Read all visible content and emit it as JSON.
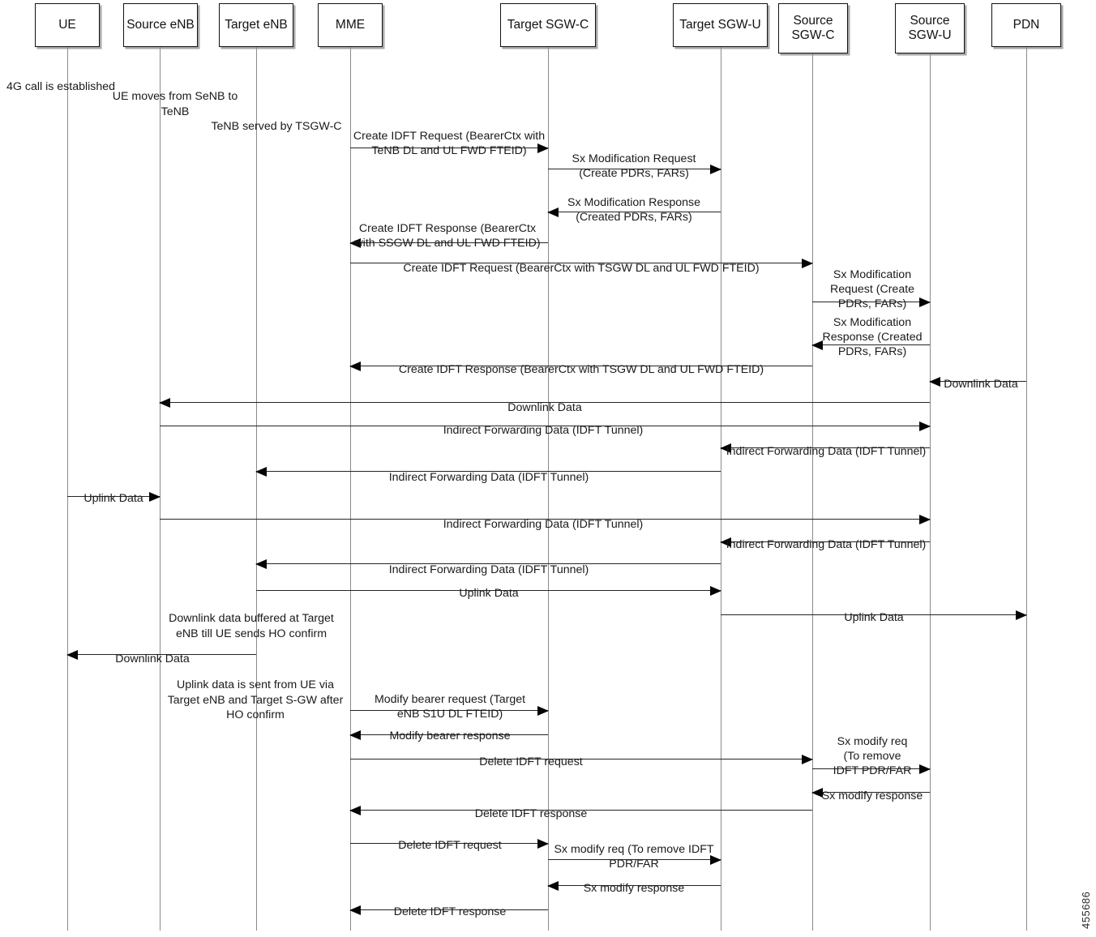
{
  "diagram": {
    "title": "4G Handover with Indirect Data Forwarding Tunnel (IDFT) sequence",
    "watermark": "455686",
    "actors": [
      {
        "id": "ue",
        "label": "UE"
      },
      {
        "id": "senb",
        "label": "Source eNB"
      },
      {
        "id": "tenb",
        "label": "Target eNB"
      },
      {
        "id": "mme",
        "label": "MME"
      },
      {
        "id": "tsgwc",
        "label": "Target SGW-C"
      },
      {
        "id": "tsgwu",
        "label": "Target SGW-U"
      },
      {
        "id": "ssgwc",
        "label": "Source\nSGW-C"
      },
      {
        "id": "ssgwu",
        "label": "Source\nSGW-U"
      },
      {
        "id": "pdn",
        "label": "PDN"
      }
    ],
    "notes": [
      {
        "id": "note-4g-call",
        "text": "4G call is established"
      },
      {
        "id": "note-ue-moves",
        "text": "UE moves from SeNB to\nTeNB"
      },
      {
        "id": "note-tenb-served",
        "text": "TeNB served by TSGW-C"
      },
      {
        "id": "note-dl-buffered",
        "text": "Downlink data buffered at Target\neNB till UE sends HO confirm"
      },
      {
        "id": "note-ul-sent",
        "text": "Uplink data is sent from UE via\nTarget eNB and Target S-GW after\nHO confirm"
      }
    ],
    "messages": [
      {
        "id": "m01",
        "from": "mme",
        "to": "tsgwc",
        "dir": "right",
        "label": "Create IDFT Request (BearerCtx with\nTeNB DL and UL FWD FTEID)"
      },
      {
        "id": "m02",
        "from": "tsgwc",
        "to": "tsgwu",
        "dir": "right",
        "label": "Sx Modification Request\n(Create PDRs, FARs)"
      },
      {
        "id": "m03",
        "from": "tsgwu",
        "to": "tsgwc",
        "dir": "left",
        "label": "Sx Modification Response\n(Created PDRs, FARs)"
      },
      {
        "id": "m04",
        "from": "tsgwc",
        "to": "mme",
        "dir": "left",
        "label": "Create IDFT Response (BearerCtx\nwith SSGW DL and UL FWD FTEID)"
      },
      {
        "id": "m05",
        "from": "mme",
        "to": "ssgwc",
        "dir": "right",
        "label": "Create IDFT Request (BearerCtx with TSGW DL and UL FWD FTEID)"
      },
      {
        "id": "m06",
        "from": "ssgwc",
        "to": "ssgwu",
        "dir": "right",
        "label": "Sx Modification\nRequest (Create\nPDRs, FARs)"
      },
      {
        "id": "m07",
        "from": "ssgwu",
        "to": "ssgwc",
        "dir": "left",
        "label": "Sx Modification\nResponse (Created\nPDRs, FARs)"
      },
      {
        "id": "m08",
        "from": "ssgwc",
        "to": "mme",
        "dir": "left",
        "label": "Create IDFT Response (BearerCtx with TSGW DL and UL FWD FTEID)"
      },
      {
        "id": "m09",
        "from": "pdn",
        "to": "ssgwu",
        "dir": "left",
        "label": "Downlink Data"
      },
      {
        "id": "m10",
        "from": "ssgwu",
        "to": "senb",
        "dir": "left",
        "label": "Downlink Data"
      },
      {
        "id": "m11",
        "from": "senb",
        "to": "ssgwu",
        "dir": "right",
        "label": "Indirect Forwarding Data (IDFT Tunnel)"
      },
      {
        "id": "m12",
        "from": "ssgwu",
        "to": "tsgwu",
        "dir": "left",
        "label": "Indirect Forwarding Data (IDFT Tunnel)"
      },
      {
        "id": "m13",
        "from": "tsgwu",
        "to": "tenb",
        "dir": "left",
        "label": "Indirect Forwarding Data (IDFT Tunnel)"
      },
      {
        "id": "m14",
        "from": "ue",
        "to": "senb",
        "dir": "right",
        "label": "Uplink Data"
      },
      {
        "id": "m15",
        "from": "senb",
        "to": "ssgwu",
        "dir": "right",
        "label": "Indirect Forwarding Data (IDFT Tunnel)"
      },
      {
        "id": "m16",
        "from": "ssgwu",
        "to": "tsgwu",
        "dir": "left",
        "label": "Indirect Forwarding Data (IDFT Tunnel)"
      },
      {
        "id": "m17",
        "from": "tsgwu",
        "to": "tenb",
        "dir": "left",
        "label": "Indirect Forwarding Data (IDFT Tunnel)"
      },
      {
        "id": "m18",
        "from": "tenb",
        "to": "tsgwu",
        "dir": "right",
        "label": "Uplink Data"
      },
      {
        "id": "m19",
        "from": "tsgwu",
        "to": "pdn",
        "dir": "right",
        "label": "Uplink Data"
      },
      {
        "id": "m20",
        "from": "tenb",
        "to": "ue",
        "dir": "left",
        "label": "Downlink Data"
      },
      {
        "id": "m21",
        "from": "mme",
        "to": "tsgwc",
        "dir": "right",
        "label": "Modify bearer request (Target\neNB S1U DL FTEID)"
      },
      {
        "id": "m22",
        "from": "tsgwc",
        "to": "mme",
        "dir": "left",
        "label": "Modify bearer response"
      },
      {
        "id": "m23",
        "from": "mme",
        "to": "ssgwc",
        "dir": "right",
        "label": "Delete IDFT request"
      },
      {
        "id": "m24",
        "from": "ssgwc",
        "to": "ssgwu",
        "dir": "right",
        "label": "Sx modify req\n(To remove\nIDFT PDR/FAR"
      },
      {
        "id": "m25",
        "from": "ssgwu",
        "to": "ssgwc",
        "dir": "left",
        "label": "Sx modify response"
      },
      {
        "id": "m26",
        "from": "ssgwc",
        "to": "mme",
        "dir": "left",
        "label": "Delete IDFT response"
      },
      {
        "id": "m27",
        "from": "mme",
        "to": "tsgwc",
        "dir": "right",
        "label": "Delete IDFT request"
      },
      {
        "id": "m28",
        "from": "tsgwc",
        "to": "tsgwu",
        "dir": "right",
        "label": "Sx modify req (To remove IDFT\nPDR/FAR"
      },
      {
        "id": "m29",
        "from": "tsgwu",
        "to": "tsgwc",
        "dir": "left",
        "label": "Sx modify response"
      },
      {
        "id": "m30",
        "from": "tsgwc",
        "to": "mme",
        "dir": "left",
        "label": "Delete IDFT response"
      }
    ]
  }
}
